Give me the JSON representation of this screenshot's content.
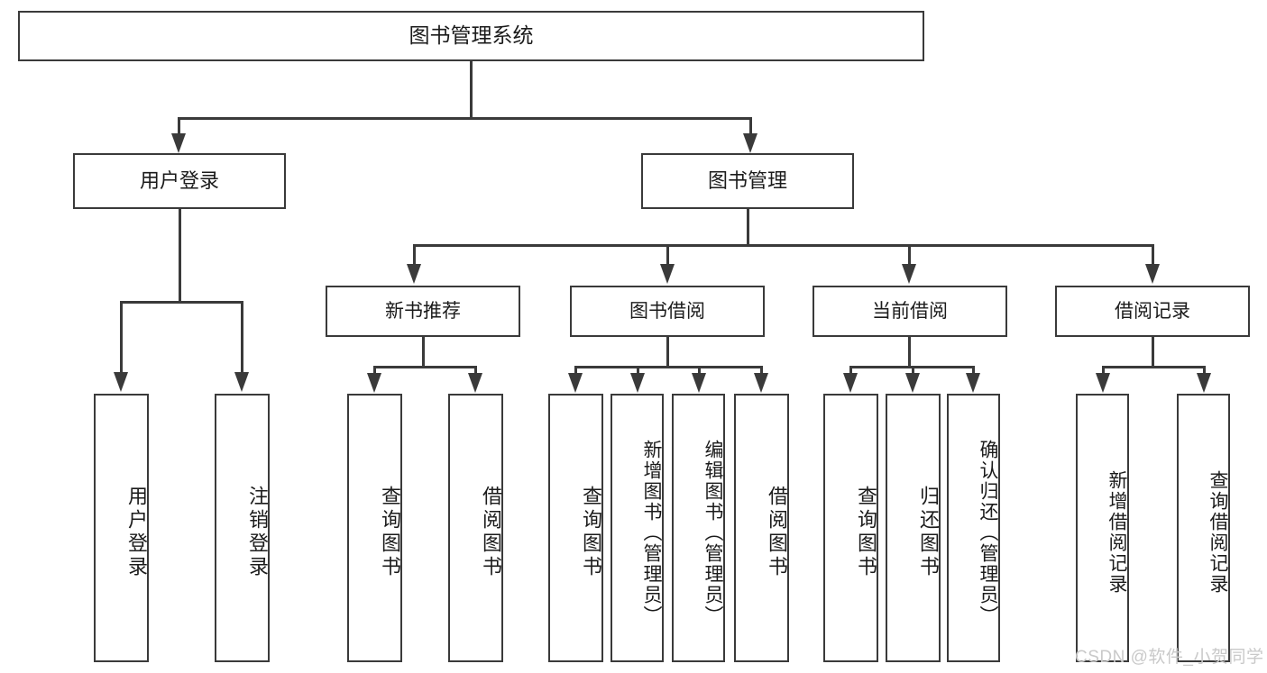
{
  "diagram": {
    "title": "图书管理系统",
    "root": {
      "label": "图书管理系统"
    },
    "level2": [
      {
        "label": "用户登录"
      },
      {
        "label": "图书管理"
      }
    ],
    "level3": [
      {
        "label": "新书推荐"
      },
      {
        "label": "图书借阅"
      },
      {
        "label": "当前借阅"
      },
      {
        "label": "借阅记录"
      }
    ],
    "leaves": {
      "user_login": [
        {
          "label": "用户登录"
        },
        {
          "label": "注销登录"
        }
      ],
      "new_book_recommend": [
        {
          "label": "查询图书"
        },
        {
          "label": "借阅图书"
        }
      ],
      "book_borrow": [
        {
          "label": "查询图书"
        },
        {
          "label": "新增图书（管理员）"
        },
        {
          "label": "编辑图书（管理员）"
        },
        {
          "label": "借阅图书"
        }
      ],
      "current_borrow": [
        {
          "label": "查询图书"
        },
        {
          "label": "归还图书"
        },
        {
          "label": "确认归还（管理员）"
        }
      ],
      "borrow_record": [
        {
          "label": "新增借阅记录"
        },
        {
          "label": "查询借阅记录"
        }
      ]
    }
  },
  "watermark": {
    "text": "CSDN @软件_小贺同学"
  },
  "colors": {
    "stroke": "#3a3a3a",
    "text": "#1b1b1b",
    "background": "#ffffff",
    "watermark": "#c9c9c9"
  }
}
